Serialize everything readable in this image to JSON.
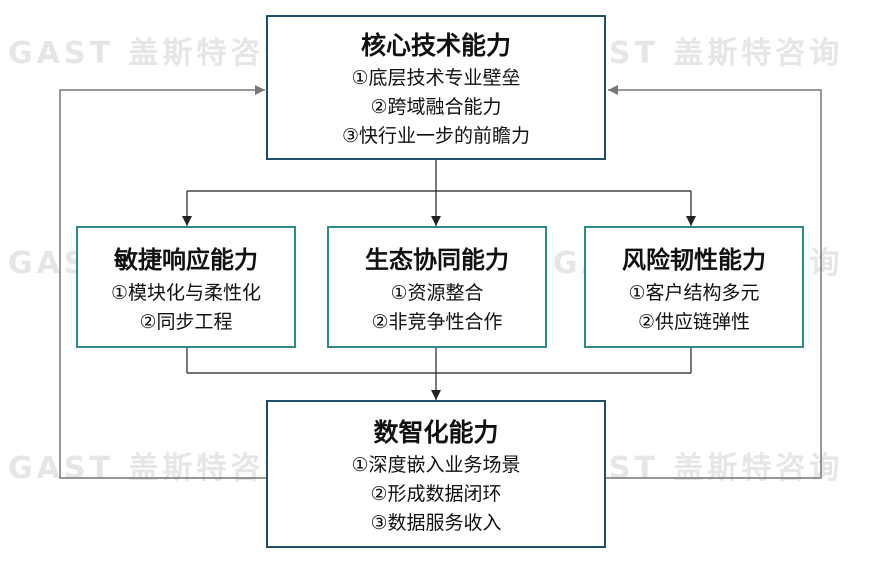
{
  "watermark": "GAST 盖斯特咨询",
  "top": {
    "title": "核心技术能力",
    "items": [
      "①底层技术专业壁垒",
      "②跨域融合能力",
      "③快行业一步的前瞻力"
    ]
  },
  "middle": [
    {
      "title": "敏捷响应能力",
      "items": [
        "①模块化与柔性化",
        "②同步工程"
      ]
    },
    {
      "title": "生态协同能力",
      "items": [
        "①资源整合",
        "②非竞争性合作"
      ]
    },
    {
      "title": "风险韧性能力",
      "items": [
        "①客户结构多元",
        "②供应链弹性"
      ]
    }
  ],
  "bottom": {
    "title": "数智化能力",
    "items": [
      "①深度嵌入业务场景",
      "②形成数据闭环",
      "③数据服务收入"
    ]
  }
}
